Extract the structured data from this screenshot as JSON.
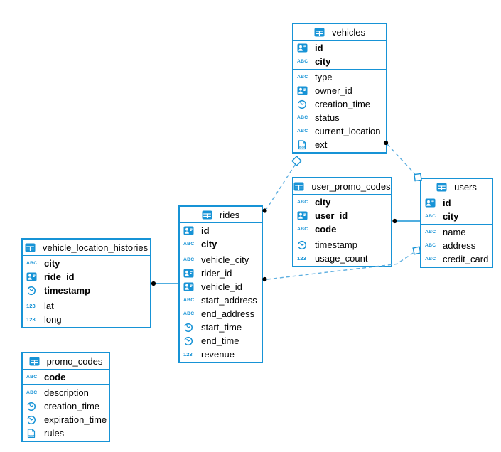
{
  "colors": {
    "table_border": "#1793d6",
    "icon_blue": "#1793d6",
    "relation_dashed_line": "#5fafe0",
    "relation_solid_line": "#1793d6",
    "endpoint_dot": "#000000",
    "text": "#000000",
    "background": "#ffffff"
  },
  "diagram": {
    "tables": [
      {
        "id": "vehicles",
        "title": "vehicles",
        "header_icon": "table-icon",
        "pk_fields": [
          {
            "name": "id",
            "icon": "id-badge-icon"
          },
          {
            "name": "city",
            "icon": "text-type-icon"
          }
        ],
        "fields": [
          {
            "name": "type",
            "icon": "text-type-icon"
          },
          {
            "name": "owner_id",
            "icon": "id-badge-icon"
          },
          {
            "name": "creation_time",
            "icon": "time-type-icon"
          },
          {
            "name": "status",
            "icon": "text-type-icon"
          },
          {
            "name": "current_location",
            "icon": "text-type-icon"
          },
          {
            "name": "ext",
            "icon": "json-type-icon"
          }
        ]
      },
      {
        "id": "user_promo_codes",
        "title": "user_promo_codes",
        "header_icon": "table-icon",
        "pk_fields": [
          {
            "name": "city",
            "icon": "text-type-icon"
          },
          {
            "name": "user_id",
            "icon": "id-badge-icon"
          },
          {
            "name": "code",
            "icon": "text-type-icon"
          }
        ],
        "fields": [
          {
            "name": "timestamp",
            "icon": "time-type-icon"
          },
          {
            "name": "usage_count",
            "icon": "number-type-icon"
          }
        ]
      },
      {
        "id": "users",
        "title": "users",
        "header_icon": "table-icon",
        "pk_fields": [
          {
            "name": "id",
            "icon": "id-badge-icon"
          },
          {
            "name": "city",
            "icon": "text-type-icon"
          }
        ],
        "fields": [
          {
            "name": "name",
            "icon": "text-type-icon"
          },
          {
            "name": "address",
            "icon": "text-type-icon"
          },
          {
            "name": "credit_card",
            "icon": "text-type-icon"
          }
        ]
      },
      {
        "id": "rides",
        "title": "rides",
        "header_icon": "table-icon",
        "pk_fields": [
          {
            "name": "id",
            "icon": "id-badge-icon"
          },
          {
            "name": "city",
            "icon": "text-type-icon"
          }
        ],
        "fields": [
          {
            "name": "vehicle_city",
            "icon": "text-type-icon"
          },
          {
            "name": "rider_id",
            "icon": "id-badge-icon"
          },
          {
            "name": "vehicle_id",
            "icon": "id-badge-icon"
          },
          {
            "name": "start_address",
            "icon": "text-type-icon"
          },
          {
            "name": "end_address",
            "icon": "text-type-icon"
          },
          {
            "name": "start_time",
            "icon": "time-type-icon"
          },
          {
            "name": "end_time",
            "icon": "time-type-icon"
          },
          {
            "name": "revenue",
            "icon": "number-type-icon"
          }
        ]
      },
      {
        "id": "vehicle_location_histories",
        "title": "vehicle_location_histories",
        "header_icon": "table-icon",
        "pk_fields": [
          {
            "name": "city",
            "icon": "text-type-icon"
          },
          {
            "name": "ride_id",
            "icon": "id-badge-icon"
          },
          {
            "name": "timestamp",
            "icon": "time-type-icon"
          }
        ],
        "fields": [
          {
            "name": "lat",
            "icon": "number-type-icon"
          },
          {
            "name": "long",
            "icon": "number-type-icon"
          }
        ]
      },
      {
        "id": "promo_codes",
        "title": "promo_codes",
        "header_icon": "table-icon",
        "pk_fields": [
          {
            "name": "code",
            "icon": "text-type-icon"
          }
        ],
        "fields": [
          {
            "name": "description",
            "icon": "text-type-icon"
          },
          {
            "name": "creation_time",
            "icon": "time-type-icon"
          },
          {
            "name": "expiration_time",
            "icon": "time-type-icon"
          },
          {
            "name": "rules",
            "icon": "json-type-icon"
          }
        ]
      }
    ],
    "relations": [
      {
        "from_table": "rides",
        "to_table": "vehicles",
        "from_marker": "dot",
        "to_marker": "open-diamond",
        "style": "dashed"
      },
      {
        "from_table": "vehicles",
        "to_table": "users",
        "from_marker": "dot",
        "to_marker": "open-square",
        "style": "dashed"
      },
      {
        "from_table": "user_promo_codes",
        "to_table": "users",
        "from_marker": "dot",
        "to_marker": "none",
        "style": "solid"
      },
      {
        "from_table": "rides",
        "to_table": "users",
        "from_marker": "dot",
        "to_marker": "open-square",
        "style": "dashed"
      },
      {
        "from_table": "vehicle_location_histories",
        "to_table": "rides",
        "from_marker": "dot",
        "to_marker": "none",
        "style": "solid"
      }
    ]
  }
}
